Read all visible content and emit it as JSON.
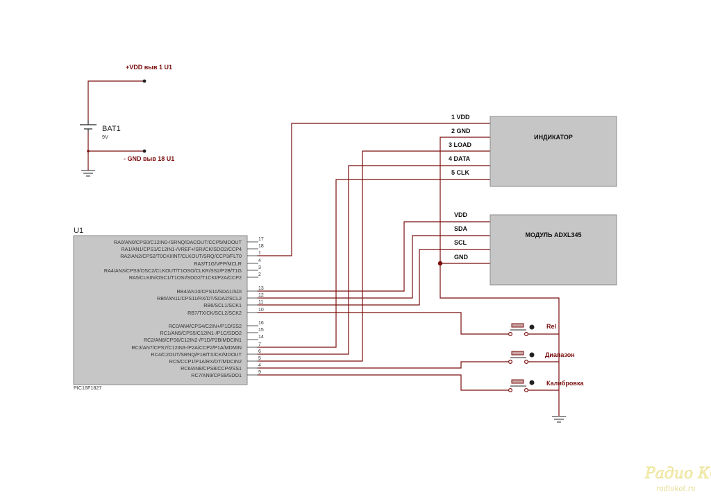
{
  "battery": {
    "ref": "BAT1",
    "value": "9V",
    "vdd_label": "+VDD выв 1 U1",
    "gnd_label": "- GND выв 18 U1"
  },
  "mcu": {
    "ref": "U1",
    "part": "PIC16F1827",
    "pins_group1": [
      {
        "label": "RA0/AN0/CPS0/C12IN0-/SRNQ/DACOUT/CCP5/MDOUT",
        "num": "17"
      },
      {
        "label": "RA1/AN1/CPS1/C12IN1-/VREF+/SRI/CK/SDO2/CCP4",
        "num": "18"
      },
      {
        "label": "RA2/AN2/CPS2/T0CKI/INT/CLKOUT/SRQ/CCP3/FLT0",
        "num": "1"
      },
      {
        "label": "RA3/T1G/VPP/MCLR",
        "num": "4"
      },
      {
        "label": "RA4/AN3/CPS3/OSC2/CLKOUT/T1OSO/CLKR/SS2/P2B/T1G",
        "num": "3"
      },
      {
        "label": "RA5/CLKIN/OSC1/T1OSI/SDO2/T1CKI/P2A/CCP2",
        "num": "2"
      }
    ],
    "pins_group2": [
      {
        "label": "RB4/AN10/CPS10/SDA1/SDI",
        "num": "13"
      },
      {
        "label": "RB5/AN11/CPS11/RX/DT/SDA2/SCL2",
        "num": "12"
      },
      {
        "label": "RB6/SCL1/SCK1",
        "num": "11"
      },
      {
        "label": "RB7/TX/CK/SCL2/SCK2",
        "num": "10"
      }
    ],
    "pins_group3": [
      {
        "label": "RC0/AN4/CPS4/C2IN+/P1D/SS2",
        "num": "16"
      },
      {
        "label": "RC1/AN5/CPS5/C12IN1-/P1C/SDO2",
        "num": "15"
      },
      {
        "label": "RC2/AN6/CPS6/C12IN2-/P1D/P2B/MDCIN1",
        "num": "14"
      },
      {
        "label": "RC3/AN7/CPS7/C12IN3-/P2A/CCP2/P1A/MDMIN",
        "num": "7"
      },
      {
        "label": "RC4/C2OUT/SRNQ/P1B/TX/CK/MDOUT",
        "num": "6"
      },
      {
        "label": "RC5/CCP1/P1A/RX/DT/MDCIN2",
        "num": "5"
      },
      {
        "label": "RC6/AN8/CPS8/CCP4/SS1",
        "num": "4"
      },
      {
        "label": "RC7/AN9/CPS9/SDO1",
        "num": "9"
      }
    ]
  },
  "indicator": {
    "title": "ИНДИКАТОР",
    "pins": [
      "1 VDD",
      "2 GND",
      "3 LOAD",
      "4 DATA",
      "5 CLK"
    ]
  },
  "adxl": {
    "title": "МОДУЛЬ ADXL345",
    "pins": [
      "VDD",
      "SDA",
      "SCL",
      "GND"
    ]
  },
  "buttons": [
    {
      "label": "Rel"
    },
    {
      "label": "Диапазон"
    },
    {
      "label": "Калибровка"
    }
  ],
  "watermark": {
    "logo": "Радио КОТ",
    "site": "radiokot.ru"
  },
  "colors": {
    "wire": "#7a0d0d",
    "component_fill": "#c6c6c6",
    "component_stroke": "#8a8a8a",
    "label_red": "#7a0d0d"
  }
}
